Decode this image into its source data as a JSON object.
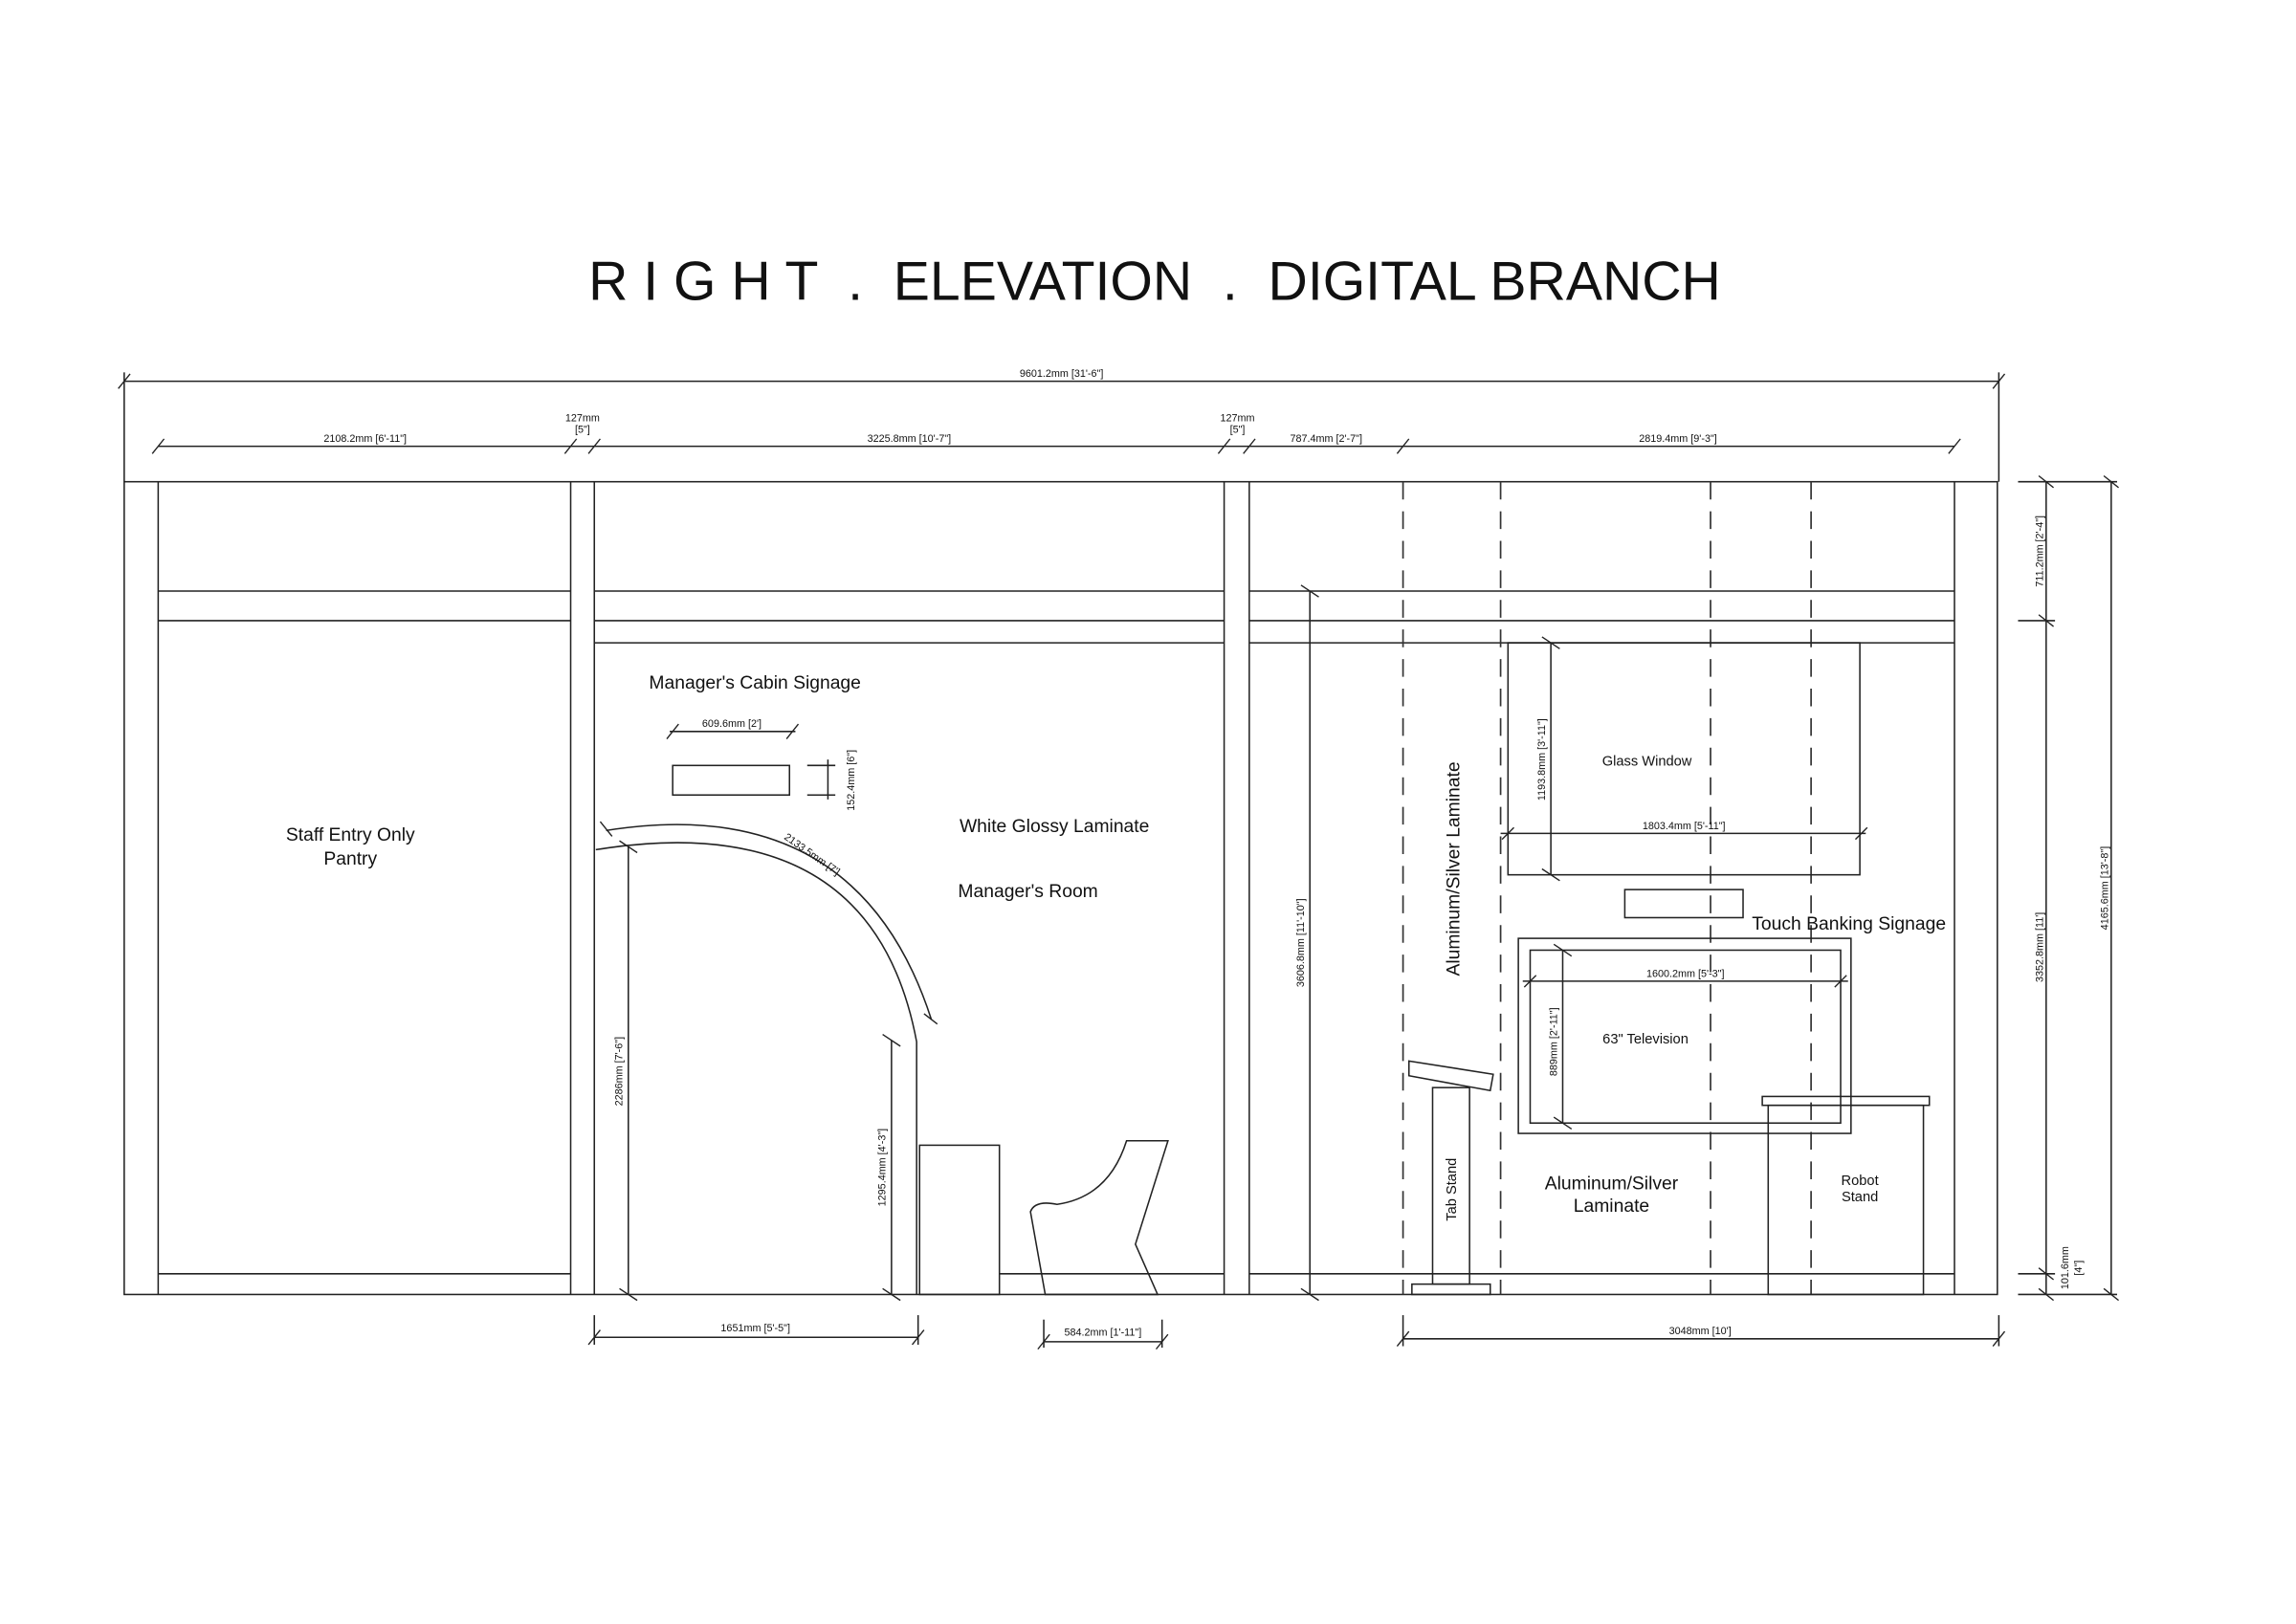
{
  "title": "R I G H T  .  ELEVATION  .  DIGITAL BRANCH",
  "dimensions": {
    "overall_width": "9601.2mm [31'-6\"]",
    "pantry_width": "2108.2mm [6'-11\"]",
    "post1_mm": "127mm",
    "post1_in": "[5\"]",
    "manager_width": "3225.8mm [10'-7\"]",
    "post2_mm": "127mm",
    "post2_in": "[5\"]",
    "left_section": "787.4mm [2'-7\"]",
    "right_section": "2819.4mm [9'-3\"]",
    "top_band": "711.2mm [2'-4\"]",
    "wall_height": "3352.8mm [11']",
    "overall_height": "4165.6mm [13'-8\"]",
    "skirting_mm": "101.6mm",
    "skirting_in": "[4\"]",
    "signage_width": "609.6mm [2']",
    "signage_height": "152.4mm [6\"]",
    "arc_length": "2133.5mm [7']",
    "door_height": "2286mm [7'-6\"]",
    "partition_height": "1295.4mm [4'-3\"]",
    "door_width": "1651mm [5'-5\"]",
    "chair_width": "584.2mm [1'-11\"]",
    "right_bottom": "3048mm [10']",
    "inner_height": "3606.8mm [11'-10\"]",
    "glass_height": "1193.8mm [3'-11\"]",
    "glass_width": "1803.4mm [5'-11\"]",
    "tv_width": "1600.2mm [5'-3\"]",
    "tv_height": "889mm [2'-11\"]"
  },
  "labels": {
    "pantry_line1": "Staff Entry Only",
    "pantry_line2": "Pantry",
    "cabin_signage": "Manager's Cabin Signage",
    "white_laminate": "White Glossy Laminate",
    "managers_room": "Manager's Room",
    "alu_vertical": "Aluminum/Silver Laminate",
    "glass_window": "Glass Window",
    "touch_signage": "Touch Banking Signage",
    "television": "63\" Television",
    "tab_stand": "Tab Stand",
    "alu_line1": "Aluminum/Silver",
    "alu_line2": "Laminate",
    "robot_line1": "Robot",
    "robot_line2": "Stand"
  }
}
